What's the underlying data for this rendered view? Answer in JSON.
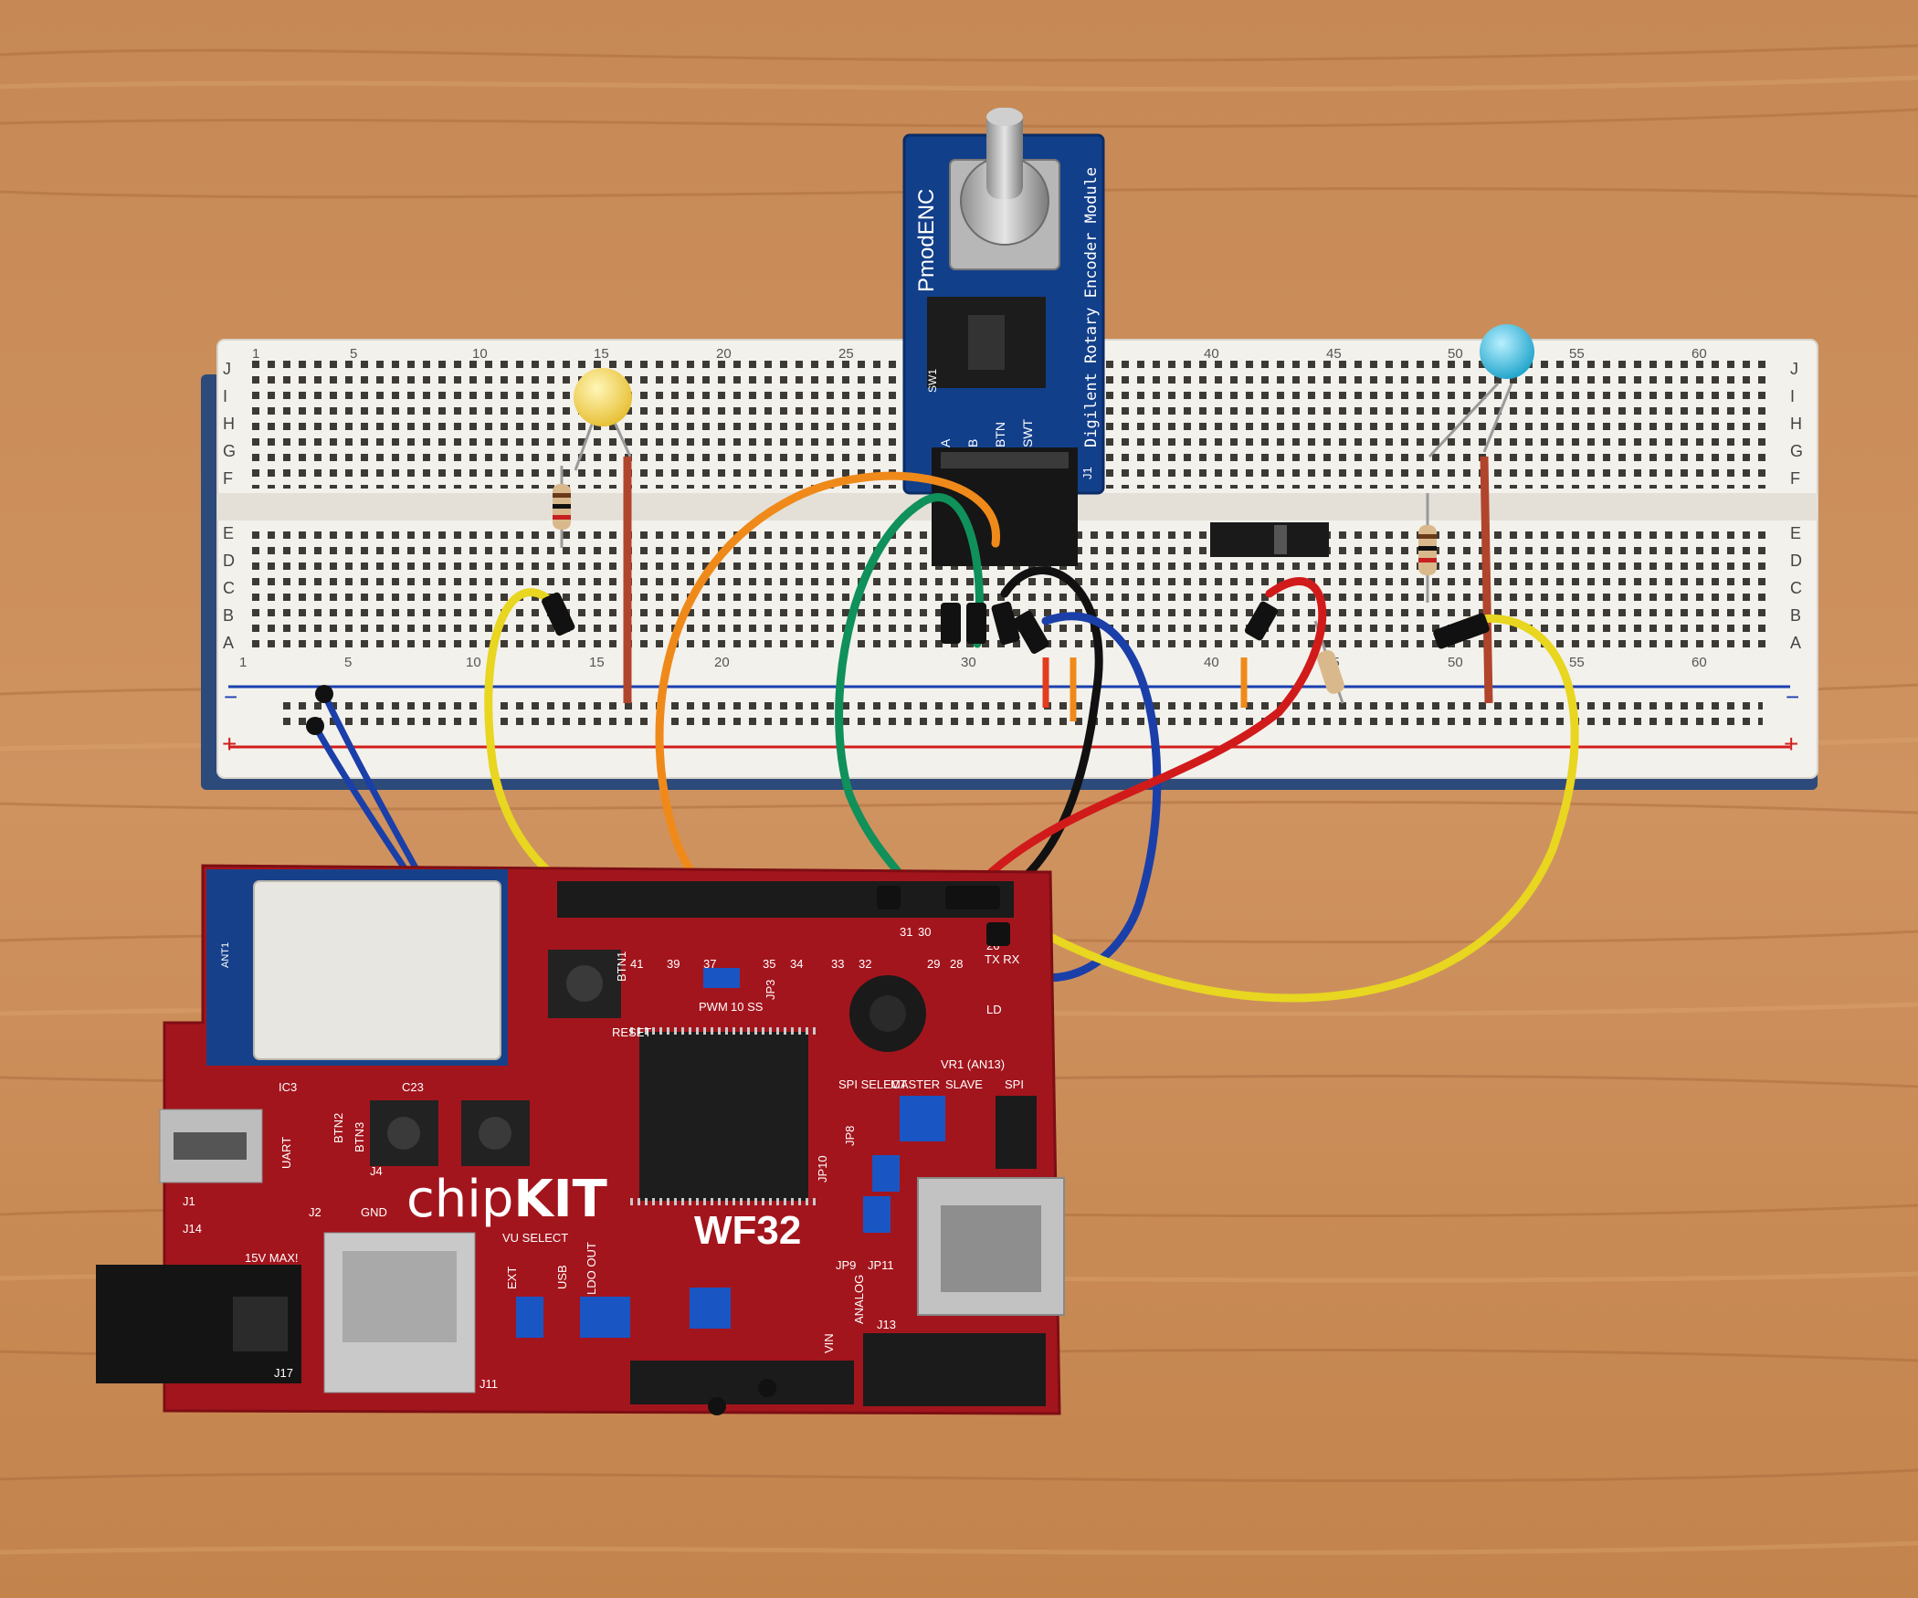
{
  "scene": {
    "breadboard": {
      "row_letters_top": [
        "J",
        "I",
        "H",
        "G",
        "F"
      ],
      "row_letters_bottom": [
        "E",
        "D",
        "C",
        "B",
        "A"
      ],
      "column_numbers_top": [
        "1",
        "5",
        "10",
        "15",
        "20",
        "25",
        "40",
        "45",
        "50",
        "55",
        "60"
      ],
      "column_numbers_bottom": [
        "1",
        "5",
        "10",
        "15",
        "20",
        "30",
        "40",
        "45",
        "50",
        "55",
        "60"
      ],
      "rail_minus": "−",
      "rail_plus": "+"
    },
    "encoder_module": {
      "name": "PmodENC",
      "subtitle": "Digilent Rotary Encoder Module",
      "pin_labels": [
        "A",
        "B",
        "BTN",
        "SWT"
      ],
      "header_label": "J1",
      "switch_label": "SW1"
    },
    "board": {
      "brand_light": "chip",
      "brand_bold": "KIT",
      "model": "WF32",
      "labels": {
        "reset": "RESET",
        "btn1": "BTN1",
        "btn2": "BTN2",
        "btn3": "BTN3",
        "pwm": "PWM",
        "ss": "10  SS",
        "jp3": "JP3",
        "spi_select": "SPI SELECT",
        "master": "MASTER",
        "slave": "SLAVE",
        "spi": "SPI",
        "vr1": "VR1 (AN13)",
        "uart": "UART",
        "gnd": "GND",
        "v15": "15V MAX!",
        "vu_select": "VU SELECT",
        "ext": "EXT",
        "usb": "USB",
        "ldo_out": "LDO OUT",
        "analog": "ANALOG",
        "vin": "VIN",
        "j17": "J17",
        "j11": "J11",
        "j13": "J13",
        "j14": "J14",
        "j1": "J1",
        "j2": "J2",
        "j4": "J4",
        "ic3": "IC3",
        "c23": "C23",
        "ant1": "ANT1",
        "jp9": "JP9",
        "jp11": "JP11",
        "jp8": "JP8",
        "jp10": "JP10",
        "ld": "LD",
        "tx_rx": "TX  RX",
        "pin_41": "41",
        "pin_39": "39",
        "pin_37": "37",
        "pin_35": "35",
        "pin_34": "34",
        "pin_33": "33",
        "pin_32": "32",
        "pin_31": "31",
        "pin_30": "30",
        "pin_29": "29",
        "pin_28": "28",
        "pin_26": "26"
      }
    },
    "colors": {
      "wood": "#c98b52",
      "breadboard": "#f3f1ec",
      "pmod": "#123f8a",
      "board": "#a3151d",
      "wire_yellow": "#e8d620",
      "wire_orange": "#ef8a1a",
      "wire_green": "#10905a",
      "wire_blue": "#1b3fa8",
      "wire_red": "#d11b1b",
      "wire_black": "#111111",
      "led_yellow": "#f7d84a",
      "led_blue": "#3ac6e6"
    }
  }
}
